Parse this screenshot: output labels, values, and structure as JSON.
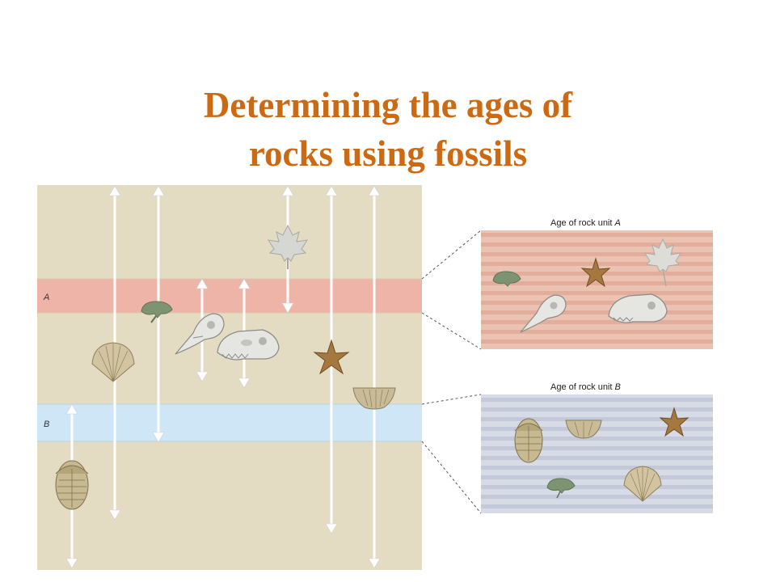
{
  "title": {
    "line1": "Determining the ages of",
    "line2": "rocks using fossils"
  },
  "column": {
    "unit_a_label": "A",
    "unit_b_label": "B"
  },
  "insets": {
    "a_prefix": "Age of rock unit ",
    "a_unit": "A",
    "b_prefix": "Age of rock unit ",
    "b_unit": "B"
  },
  "colors": {
    "title": "#cc6a14",
    "background_rock": "#e3dcc3",
    "unit_a": "#efb4a8",
    "unit_b": "#cfe6f7"
  },
  "fossils": [
    "maple-leaf",
    "ginkgo-leaf",
    "bird-skull",
    "dinosaur-skull",
    "starfish",
    "brachiopod",
    "scallop-shell",
    "trilobite"
  ]
}
